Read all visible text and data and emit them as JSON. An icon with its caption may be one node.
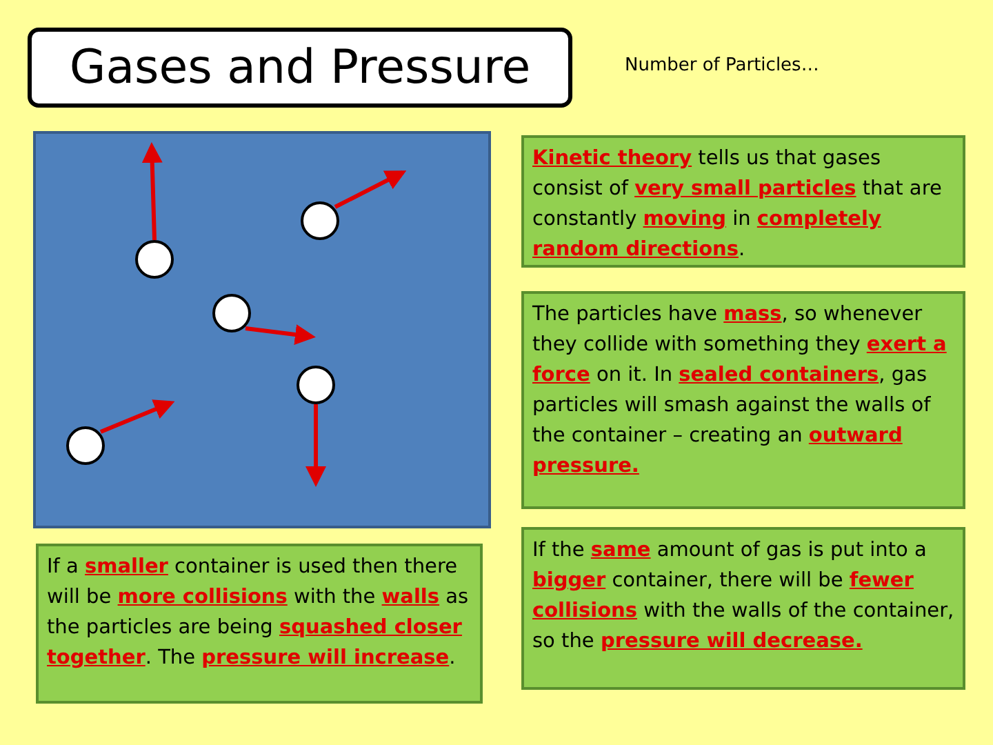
{
  "diagram": {
    "nodes": [
      {
        "text": [
          "Gases and Pressure"
        ]
      },
      {
        "text": [
          "**Kinetic theory** tells us that gases consist of **very small particles** that are constantly **moving** in **completely random directions**."
        ]
      },
      {
        "text": [
          "The particles have **mass**, so whenever they collide with something they **exert a force** on it. In **sealed containers**, gas particles will smash against the walls of the container – creating an **outward pressure.**"
        ]
      },
      {
        "text": [
          "If a **smaller** container is used then there will be **more collisions** with the **walls** as the particles are being **squashed closer together**. The **pressure will increase**."
        ]
      },
      {
        "text": [
          "If the **same** amount of gas is put into a **bigger** container, there will be **fewer collisions** with the walls of the container, so the **pressure will decrease.**"
        ]
      }
    ],
    "labels": [
      "Number of Particles…"
    ]
  }
}
